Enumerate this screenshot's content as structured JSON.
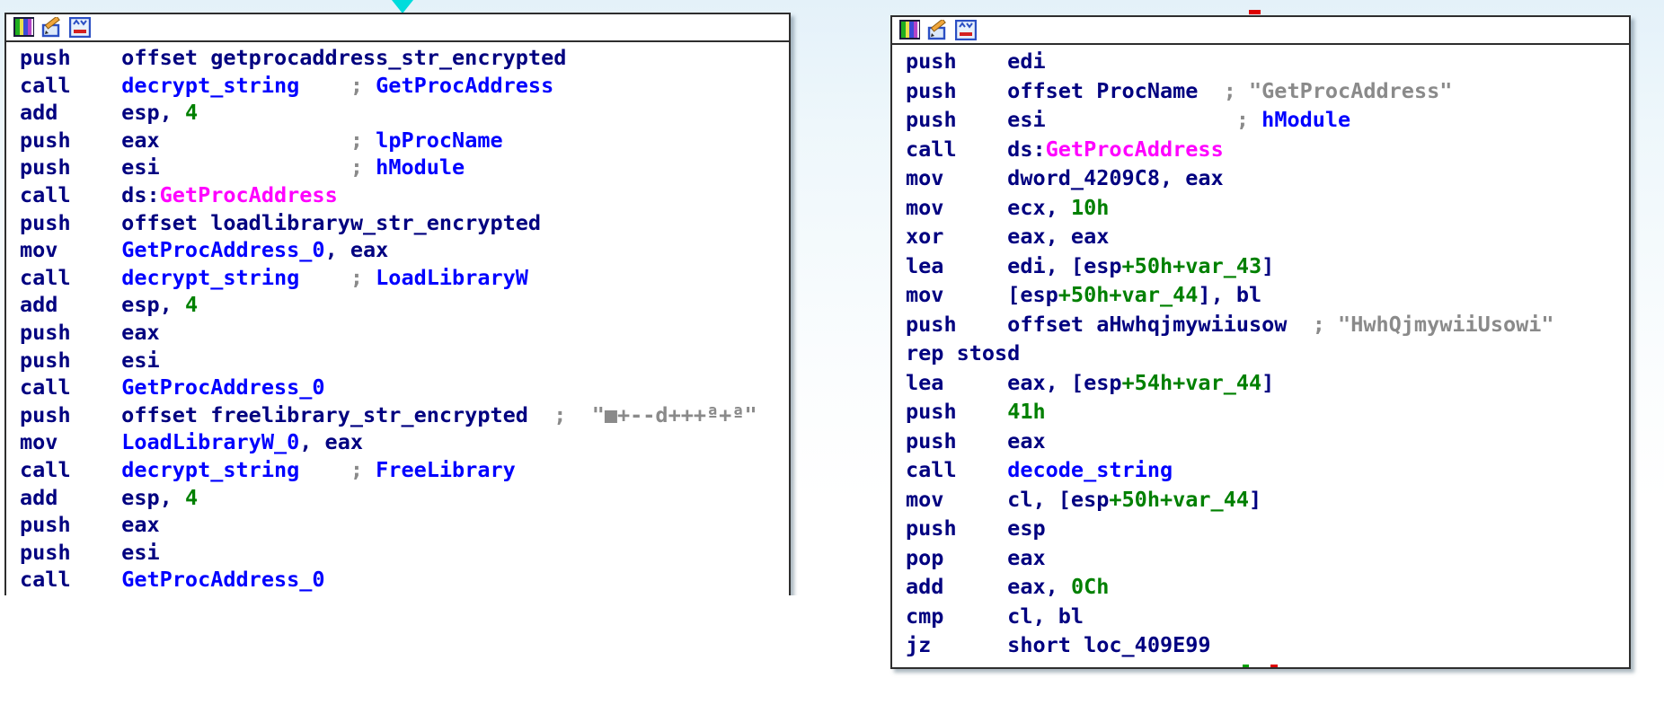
{
  "app": "disassembly-graph-view",
  "colors": {
    "instruction": "#000080",
    "code_name": "#0000ff",
    "import_name": "#ff00ff",
    "number": "#008000",
    "comment": "#8a8a8a",
    "edge_incoming": "#00dcdc",
    "edge_true": "#00a000",
    "edge_false": "#dd0000"
  },
  "panels": [
    {
      "id": "node-left",
      "icons": [
        "color-palette-icon",
        "edit-pencil-icon",
        "graph-node-icon"
      ],
      "lines": [
        [
          {
            "t": "push    offset getprocaddress_str_encrypted",
            "c": "n"
          }
        ],
        [
          {
            "t": "call    ",
            "c": "n"
          },
          {
            "t": "decrypt_string",
            "c": "b"
          },
          {
            "t": "    ; ",
            "c": "c"
          },
          {
            "t": "GetProcAddress",
            "c": "b"
          }
        ],
        [
          {
            "t": "add     esp, ",
            "c": "n"
          },
          {
            "t": "4",
            "c": "g"
          }
        ],
        [
          {
            "t": "push    eax",
            "c": "n"
          },
          {
            "t": "               ; ",
            "c": "c"
          },
          {
            "t": "lpProcName",
            "c": "b"
          }
        ],
        [
          {
            "t": "push    esi",
            "c": "n"
          },
          {
            "t": "               ; ",
            "c": "c"
          },
          {
            "t": "hModule",
            "c": "b"
          }
        ],
        [
          {
            "t": "call    ds:",
            "c": "n"
          },
          {
            "t": "GetProcAddress",
            "c": "m"
          }
        ],
        [
          {
            "t": "push    offset loadlibraryw_str_encrypted",
            "c": "n"
          }
        ],
        [
          {
            "t": "mov     ",
            "c": "n"
          },
          {
            "t": "GetProcAddress_0",
            "c": "b"
          },
          {
            "t": ", eax",
            "c": "n"
          }
        ],
        [
          {
            "t": "call    ",
            "c": "n"
          },
          {
            "t": "decrypt_string",
            "c": "b"
          },
          {
            "t": "    ; ",
            "c": "c"
          },
          {
            "t": "LoadLibraryW",
            "c": "b"
          }
        ],
        [
          {
            "t": "add     esp, ",
            "c": "n"
          },
          {
            "t": "4",
            "c": "g"
          }
        ],
        [
          {
            "t": "push    eax",
            "c": "n"
          }
        ],
        [
          {
            "t": "push    esi",
            "c": "n"
          }
        ],
        [
          {
            "t": "call    ",
            "c": "n"
          },
          {
            "t": "GetProcAddress_0",
            "c": "b"
          }
        ],
        [
          {
            "t": "push    offset freelibrary_str_encrypted",
            "c": "n"
          },
          {
            "t": "  ;  ",
            "c": "c"
          },
          {
            "t": "\"■+--d+++ª+ª\"",
            "c": "c"
          }
        ],
        [
          {
            "t": "mov     ",
            "c": "n"
          },
          {
            "t": "LoadLibraryW_0",
            "c": "b"
          },
          {
            "t": ", eax",
            "c": "n"
          }
        ],
        [
          {
            "t": "call    ",
            "c": "n"
          },
          {
            "t": "decrypt_string",
            "c": "b"
          },
          {
            "t": "    ; ",
            "c": "c"
          },
          {
            "t": "FreeLibrary",
            "c": "b"
          }
        ],
        [
          {
            "t": "add     esp, ",
            "c": "n"
          },
          {
            "t": "4",
            "c": "g"
          }
        ],
        [
          {
            "t": "push    eax",
            "c": "n"
          }
        ],
        [
          {
            "t": "push    esi",
            "c": "n"
          }
        ],
        [
          {
            "t": "call    ",
            "c": "n"
          },
          {
            "t": "GetProcAddress_0",
            "c": "b"
          }
        ]
      ]
    },
    {
      "id": "node-right",
      "icons": [
        "color-palette-icon",
        "edit-pencil-icon",
        "graph-node-icon"
      ],
      "lines": [
        [
          {
            "t": "push    edi",
            "c": "n"
          }
        ],
        [
          {
            "t": "push    offset ProcName",
            "c": "n"
          },
          {
            "t": "  ; ",
            "c": "c"
          },
          {
            "t": "\"GetProcAddress\"",
            "c": "c"
          }
        ],
        [
          {
            "t": "push    esi",
            "c": "n"
          },
          {
            "t": "               ; ",
            "c": "c"
          },
          {
            "t": "hModule",
            "c": "b"
          }
        ],
        [
          {
            "t": "call    ds:",
            "c": "n"
          },
          {
            "t": "GetProcAddress",
            "c": "m"
          }
        ],
        [
          {
            "t": "mov     dword_4209C8, eax",
            "c": "n"
          }
        ],
        [
          {
            "t": "mov     ecx, ",
            "c": "n"
          },
          {
            "t": "10h",
            "c": "g"
          }
        ],
        [
          {
            "t": "xor     eax, eax",
            "c": "n"
          }
        ],
        [
          {
            "t": "lea     edi, [esp",
            "c": "n"
          },
          {
            "t": "+50h+var_43",
            "c": "g"
          },
          {
            "t": "]",
            "c": "n"
          }
        ],
        [
          {
            "t": "mov     [esp",
            "c": "n"
          },
          {
            "t": "+50h+var_44",
            "c": "g"
          },
          {
            "t": "], bl",
            "c": "n"
          }
        ],
        [
          {
            "t": "push    offset aHwhqjmywiiusow",
            "c": "n"
          },
          {
            "t": "  ; ",
            "c": "c"
          },
          {
            "t": "\"HwhQjmywiiUsowi\"",
            "c": "c"
          }
        ],
        [
          {
            "t": "rep stosd",
            "c": "n"
          }
        ],
        [
          {
            "t": "lea     eax, [esp",
            "c": "n"
          },
          {
            "t": "+54h+var_44",
            "c": "g"
          },
          {
            "t": "]",
            "c": "n"
          }
        ],
        [
          {
            "t": "push    ",
            "c": "n"
          },
          {
            "t": "41h",
            "c": "g"
          }
        ],
        [
          {
            "t": "push    eax",
            "c": "n"
          }
        ],
        [
          {
            "t": "call    ",
            "c": "n"
          },
          {
            "t": "decode_string",
            "c": "b"
          }
        ],
        [
          {
            "t": "mov     cl, [esp",
            "c": "n"
          },
          {
            "t": "+50h+var_44",
            "c": "g"
          },
          {
            "t": "]",
            "c": "n"
          }
        ],
        [
          {
            "t": "push    esp",
            "c": "n"
          }
        ],
        [
          {
            "t": "pop     eax",
            "c": "n"
          }
        ],
        [
          {
            "t": "add     eax, ",
            "c": "n"
          },
          {
            "t": "0Ch",
            "c": "g"
          }
        ],
        [
          {
            "t": "cmp     cl, bl",
            "c": "n"
          }
        ],
        [
          {
            "t": "jz      short loc_409E99",
            "c": "n"
          }
        ]
      ]
    }
  ]
}
